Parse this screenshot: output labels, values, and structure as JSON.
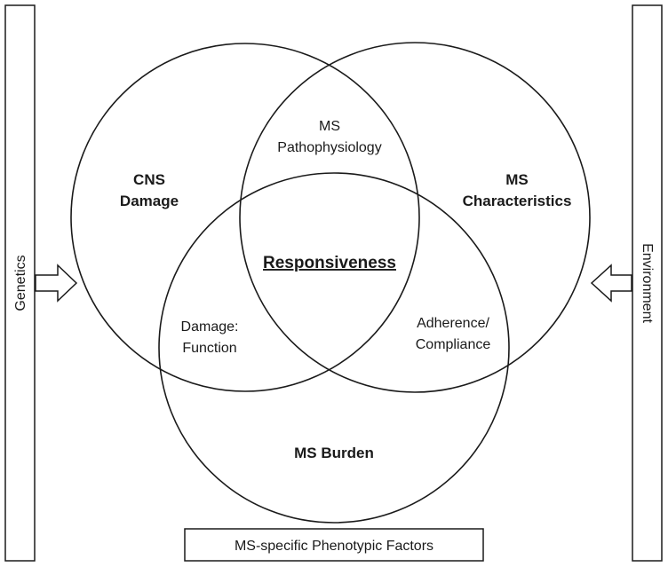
{
  "diagram": {
    "left_bar_label": "Genetics",
    "right_bar_label": "Environment",
    "bottom_box_label": "MS-specific Phenotypic Factors",
    "circles": {
      "cns_damage": [
        "CNS",
        "Damage"
      ],
      "ms_characteristics": [
        "MS",
        "Characteristics"
      ],
      "ms_burden": [
        "MS Burden"
      ]
    },
    "overlaps": {
      "cns_characteristics": [
        "MS",
        "Pathophysiology"
      ],
      "cns_burden": [
        "Damage:",
        "Function"
      ],
      "characteristics_burden": [
        "Adherence/",
        "Compliance"
      ],
      "center": "Responsiveness"
    }
  }
}
